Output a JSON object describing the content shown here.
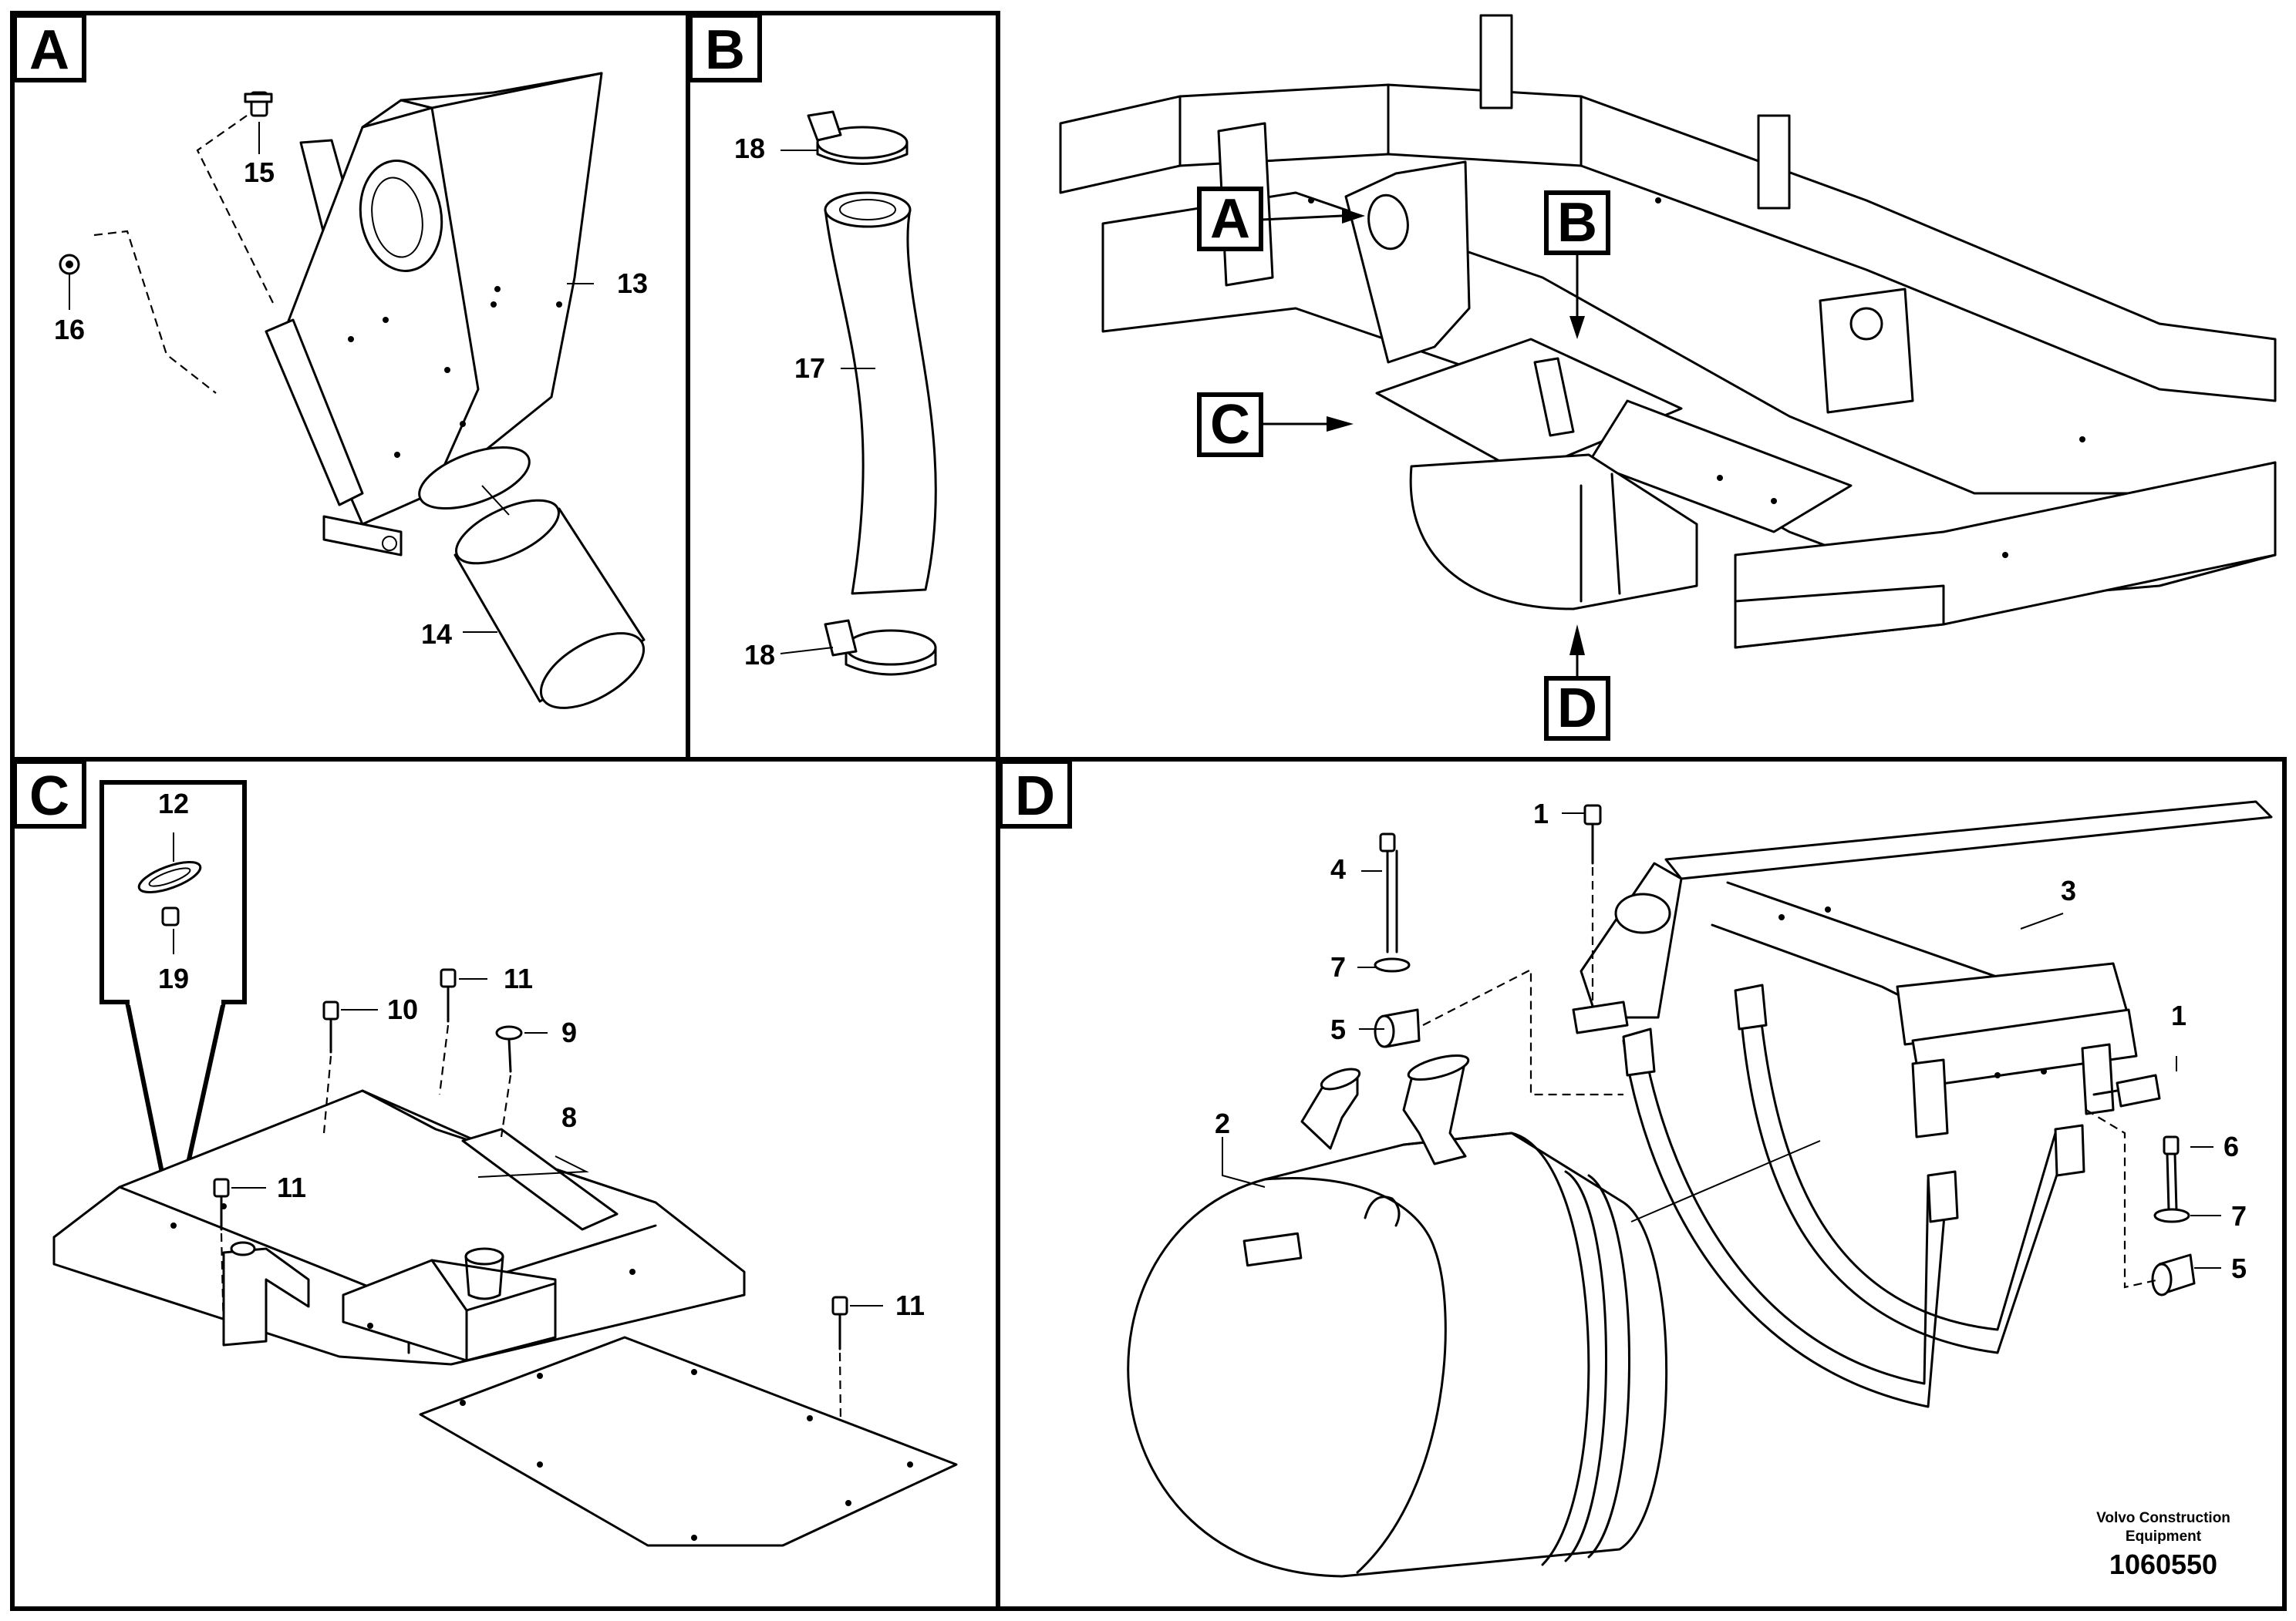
{
  "sections": {
    "a": "A",
    "b": "B",
    "c": "C",
    "d": "D"
  },
  "callouts": {
    "a": "A",
    "b": "B",
    "c": "C",
    "d": "D"
  },
  "labels": {
    "p1a": "1",
    "p1b": "1",
    "p2": "2",
    "p3": "3",
    "p4": "4",
    "p5a": "5",
    "p5b": "5",
    "p6": "6",
    "p7a": "7",
    "p7b": "7",
    "p8": "8",
    "p9": "9",
    "p10": "10",
    "p11a": "11",
    "p11b": "11",
    "p11c": "11",
    "p12": "12",
    "p13": "13",
    "p14": "14",
    "p15": "15",
    "p16": "16",
    "p17": "17",
    "p18a": "18",
    "p18b": "18",
    "p19": "19"
  },
  "footer": {
    "company_line1": "Volvo Construction",
    "company_line2": "Equipment",
    "doc_number": "1060550"
  }
}
